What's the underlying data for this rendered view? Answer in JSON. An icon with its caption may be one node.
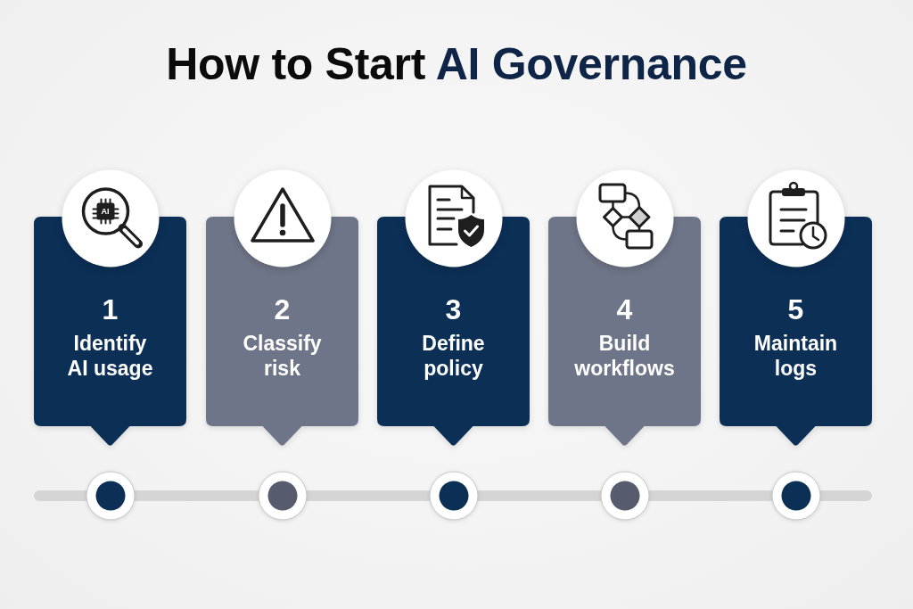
{
  "diagram": {
    "title": "How to Start AI Governance",
    "nodes": [
      {
        "text": [
          "1",
          "Identify AI usage"
        ]
      },
      {
        "text": [
          "2",
          "Classify risk"
        ]
      },
      {
        "text": [
          "3",
          "Define policy"
        ]
      },
      {
        "text": [
          "4",
          "Build workflows"
        ]
      },
      {
        "text": [
          "5",
          "Maintain logs"
        ]
      }
    ],
    "labels": [
      "AI"
    ]
  }
}
